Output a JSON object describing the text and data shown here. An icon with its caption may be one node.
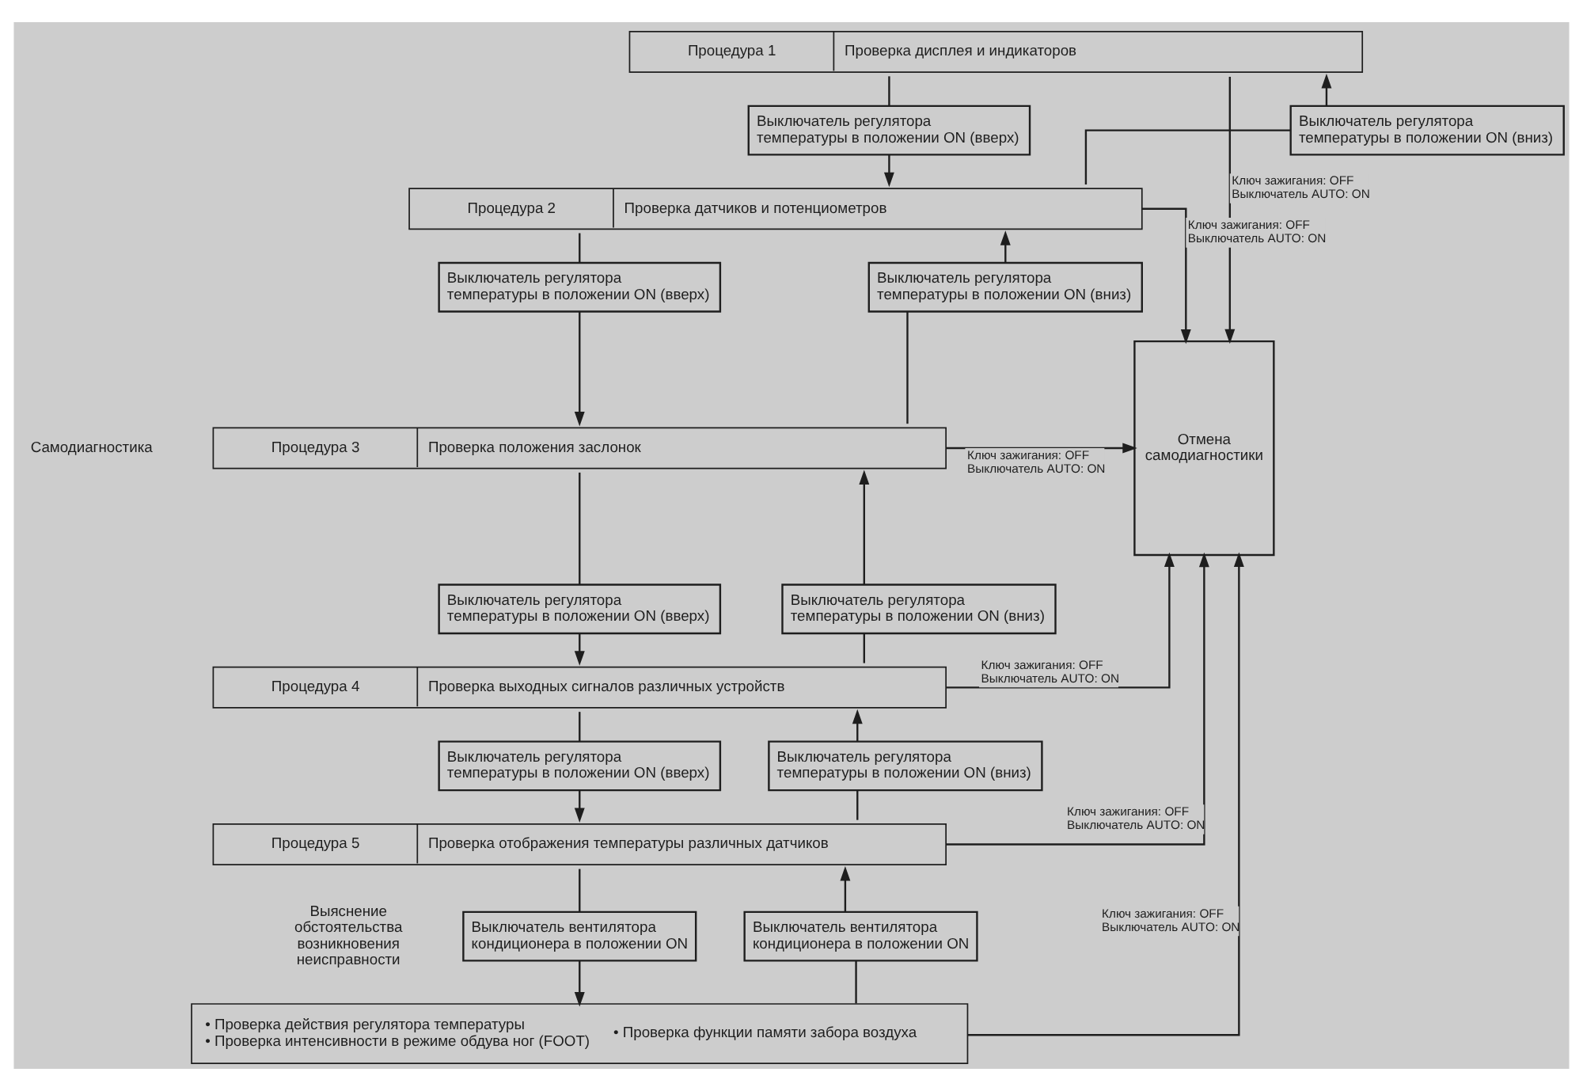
{
  "diagram": {
    "nodes": [
      {
        "text": [
          "Процедура 1",
          "Проверка дисплея и индикаторов"
        ]
      },
      {
        "text": [
          "Выключатель регулятора температуры в положении ON (вверх)"
        ]
      },
      {
        "text": [
          "Выключатель регулятора температуры в положении ON (вниз)"
        ]
      },
      {
        "text": [
          "Процедура 2",
          "Проверка датчиков и потенциометров"
        ]
      },
      {
        "text": [
          "Выключатель регулятора температуры в положении ON (вверх)"
        ]
      },
      {
        "text": [
          "Выключатель регулятора температуры в положении ON (вниз)"
        ]
      },
      {
        "text": [
          "Процедура 3",
          "Проверка положения заслонок"
        ]
      },
      {
        "text": [
          "Выключатель регулятора температуры в положении ON (вверх)"
        ]
      },
      {
        "text": [
          "Выключатель регулятора температуры в положении ON (вниз)"
        ]
      },
      {
        "text": [
          "Процедура 4",
          "Проверка выходных сигналов различных устройств"
        ]
      },
      {
        "text": [
          "Выключатель регулятора температуры в положении ON (вверх)"
        ]
      },
      {
        "text": [
          "Выключатель регулятора температуры в положении ON (вниз)"
        ]
      },
      {
        "text": [
          "Процедура 5",
          "Проверка отображения температуры различных датчиков"
        ]
      },
      {
        "text": [
          "Выключатель вентилятора кондиционера в положении ON"
        ]
      },
      {
        "text": [
          "Выключатель вентилятора кондиционера в положении ON"
        ]
      },
      {
        "text": [
          "• Проверка действия регулятора температуры",
          "• Проверка интенсивности в режиме обдува ног (FOOT)",
          "• Проверка функции памяти забора воздуха"
        ]
      },
      {
        "text": [
          "Отмена самодиагностики"
        ]
      }
    ],
    "edges": [
      {
        "from": 0,
        "to": 1,
        "arrow": "none"
      },
      {
        "from": 1,
        "to": 3,
        "arrow": "to"
      },
      {
        "from": 3,
        "to": 2,
        "arrow": "none"
      },
      {
        "from": 2,
        "to": 0,
        "arrow": "to"
      },
      {
        "from": 3,
        "to": 4,
        "arrow": "none"
      },
      {
        "from": 4,
        "to": 6,
        "arrow": "to"
      },
      {
        "from": 6,
        "to": 5,
        "arrow": "none"
      },
      {
        "from": 5,
        "to": 3,
        "arrow": "to"
      },
      {
        "from": 6,
        "to": 7,
        "arrow": "none"
      },
      {
        "from": 7,
        "to": 9,
        "arrow": "to"
      },
      {
        "from": 9,
        "to": 8,
        "arrow": "none"
      },
      {
        "from": 8,
        "to": 6,
        "arrow": "to"
      },
      {
        "from": 9,
        "to": 10,
        "arrow": "none"
      },
      {
        "from": 10,
        "to": 12,
        "arrow": "to"
      },
      {
        "from": 12,
        "to": 11,
        "arrow": "none"
      },
      {
        "from": 11,
        "to": 9,
        "arrow": "to"
      },
      {
        "from": 12,
        "to": 13,
        "arrow": "none"
      },
      {
        "from": 13,
        "to": 15,
        "arrow": "to"
      },
      {
        "from": 15,
        "to": 14,
        "arrow": "none"
      },
      {
        "from": 14,
        "to": 12,
        "arrow": "to"
      },
      {
        "from": 0,
        "to": 16,
        "arrow": "to",
        "label": "Ключ зажигания: OFF Выключатель AUTO: ON"
      },
      {
        "from": 3,
        "to": 16,
        "arrow": "to",
        "label": "Ключ зажигания: OFF Выключатель AUTO: ON"
      },
      {
        "from": 6,
        "to": 16,
        "arrow": "to",
        "label": "Ключ зажигания: OFF Выключатель AUTO: ON"
      },
      {
        "from": 9,
        "to": 16,
        "arrow": "to",
        "label": "Ключ зажигания: OFF Выключатель AUTO: ON"
      },
      {
        "from": 12,
        "to": 16,
        "arrow": "to",
        "label": "Ключ зажигания: OFF Выключатель AUTO: ON"
      },
      {
        "from": 15,
        "to": 16,
        "arrow": "to",
        "label": "Ключ зажигания: OFF Выключатель AUTO: ON"
      }
    ],
    "labels": [
      "Самодиагностика",
      "Выяснение обстоятельства возникновения неисправности"
    ]
  }
}
